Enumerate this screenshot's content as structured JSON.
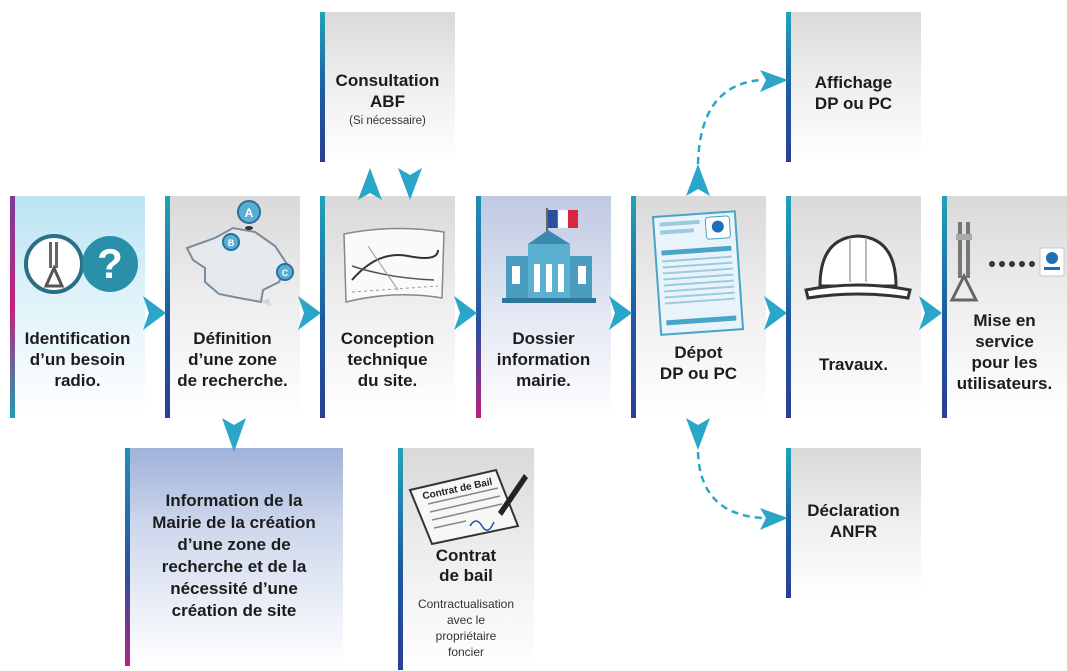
{
  "steps": [
    {
      "lines": [
        "Identification",
        "d’un besoin",
        "radio."
      ]
    },
    {
      "lines": [
        "Définition",
        "d’une zone",
        "de recherche."
      ]
    },
    {
      "lines": [
        "Conception",
        "technique",
        "du site."
      ]
    },
    {
      "lines": [
        "Dossier",
        "information",
        "mairie."
      ]
    },
    {
      "lines": [
        "Dépot",
        "DP ou PC"
      ]
    },
    {
      "lines": [
        "Travaux."
      ]
    },
    {
      "lines": [
        "Mise en",
        "service",
        "pour les",
        "utilisateurs."
      ]
    }
  ],
  "side_boxes": {
    "consultation": {
      "lines": [
        "Consultation",
        "ABF"
      ],
      "note": "(Si nécessaire)"
    },
    "affichage": {
      "lines": [
        "Affichage",
        "DP ou PC"
      ]
    },
    "information": {
      "lines": [
        "Information de la",
        "Mairie de la création",
        "d’une zone de",
        "recherche et de la",
        "nécessité d’une",
        "création de site"
      ]
    },
    "contrat": {
      "lines": [
        "Contrat",
        "de bail"
      ],
      "note_lines": [
        "Contractualisation",
        "avec le",
        "propriétaire",
        "foncier"
      ],
      "doc_label": "Contrat de Bail"
    },
    "declaration": {
      "lines": [
        "Déclaration",
        "ANFR"
      ]
    }
  },
  "map_markers": [
    "A",
    "B",
    "C"
  ],
  "colors": {
    "accent": "#2aa6c9",
    "text": "#1c1c1c",
    "bar_blue": "#2b4fa0",
    "bar_pink": "#c3227f"
  }
}
